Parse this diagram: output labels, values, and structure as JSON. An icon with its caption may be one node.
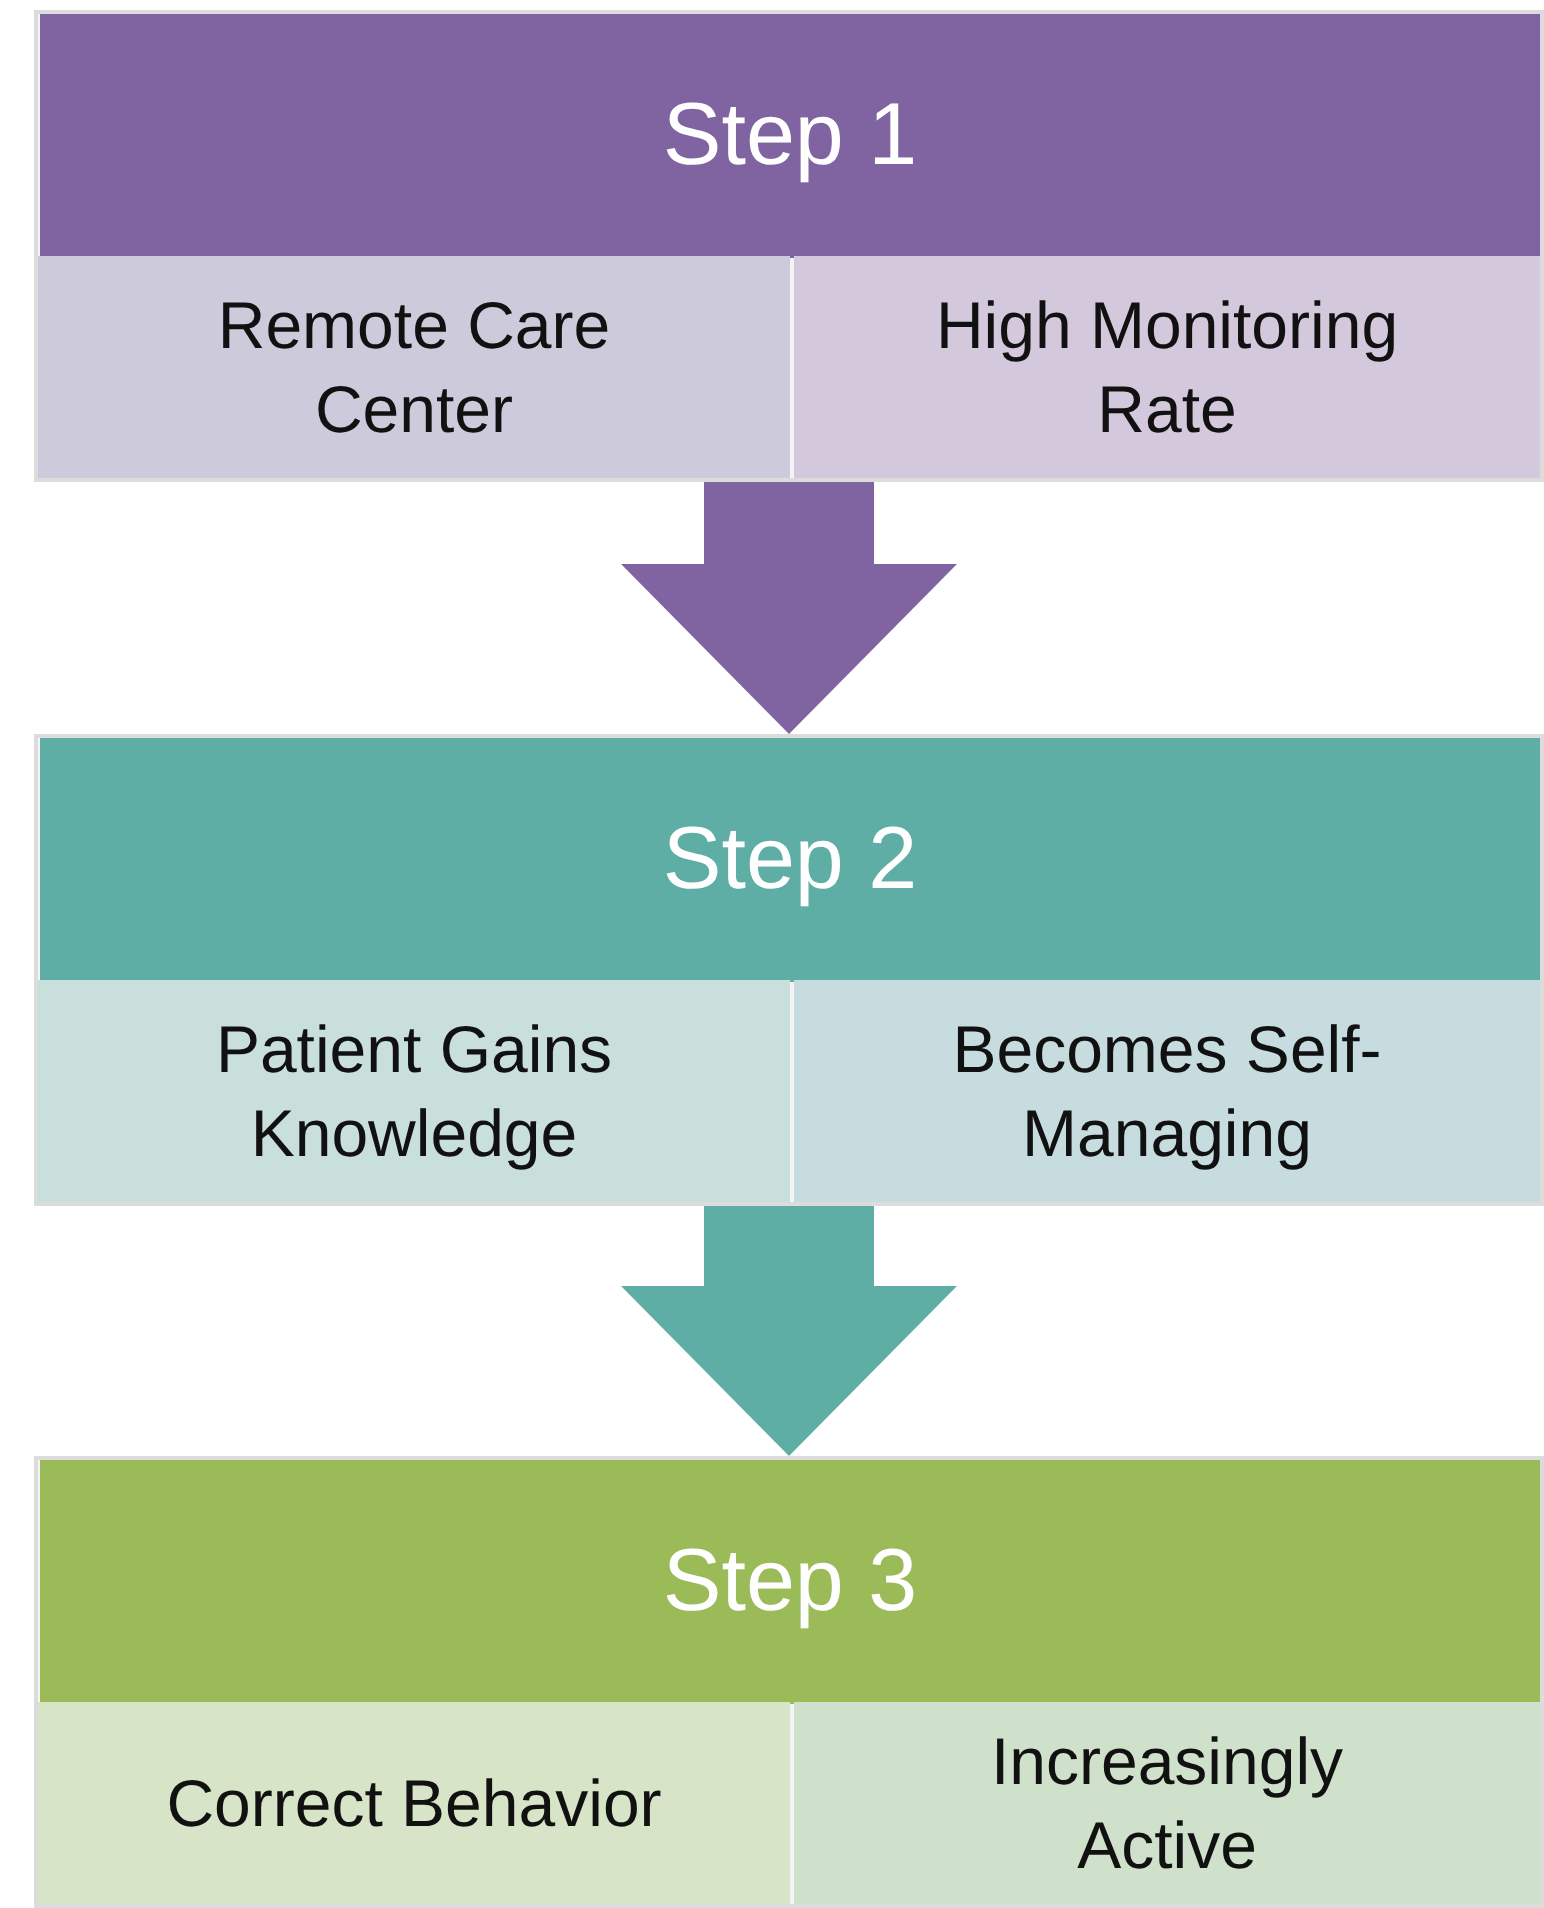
{
  "diagram": {
    "nodes": [
      {
        "text": [
          "Step 1"
        ]
      },
      {
        "text": [
          "Remote Care Center"
        ],
        "in": 0
      },
      {
        "text": [
          "High Monitoring Rate"
        ],
        "in": 0
      },
      {
        "text": [
          "Step 2"
        ]
      },
      {
        "text": [
          "Patient Gains Knowledge"
        ],
        "in": 3
      },
      {
        "text": [
          "Becomes Self-Managing"
        ],
        "in": 3
      },
      {
        "text": [
          "Step 3"
        ]
      },
      {
        "text": [
          "Correct Behavior"
        ],
        "in": 6
      },
      {
        "text": [
          "Increasingly Active"
        ],
        "in": 6
      }
    ],
    "edges": [
      {
        "from": 0,
        "to": 3,
        "arrow": "to",
        "color": "#8064a2"
      },
      {
        "from": 3,
        "to": 6,
        "arrow": "to",
        "color": "#5eaea5"
      }
    ]
  }
}
